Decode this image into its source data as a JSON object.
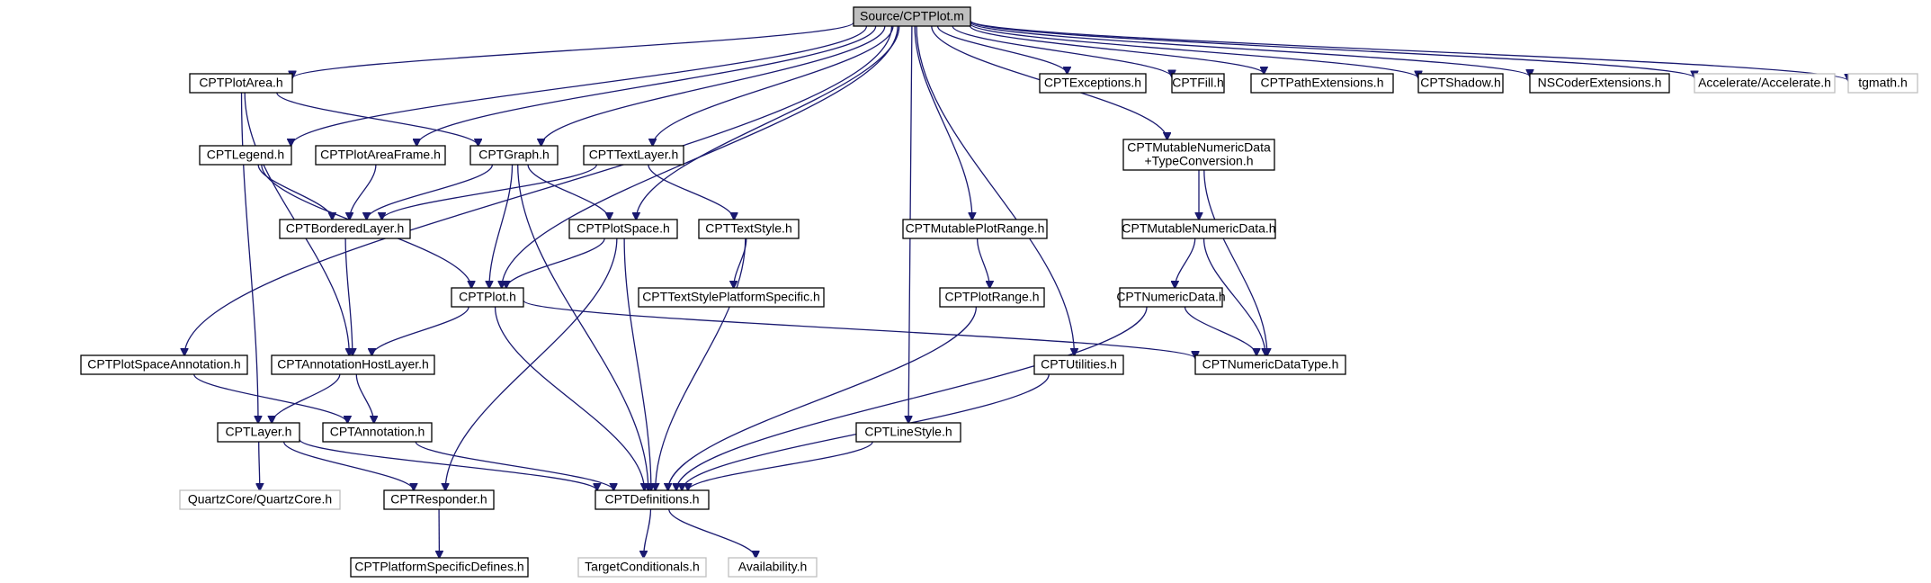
{
  "diagram": {
    "nodes": [
      {
        "id": "root",
        "lines": [
          "Source/CPTPlot.m"
        ],
        "kind": "root"
      },
      {
        "id": "plotarea",
        "lines": [
          "CPTPlotArea.h"
        ],
        "kind": "file"
      },
      {
        "id": "exceptions",
        "lines": [
          "CPTExceptions.h"
        ],
        "kind": "file"
      },
      {
        "id": "fill",
        "lines": [
          "CPTFill.h"
        ],
        "kind": "file"
      },
      {
        "id": "pathext",
        "lines": [
          "CPTPathExtensions.h"
        ],
        "kind": "file"
      },
      {
        "id": "shadow",
        "lines": [
          "CPTShadow.h"
        ],
        "kind": "file"
      },
      {
        "id": "nscoder",
        "lines": [
          "NSCoderExtensions.h"
        ],
        "kind": "file"
      },
      {
        "id": "accelerate",
        "lines": [
          "Accelerate/Accelerate.h"
        ],
        "kind": "external"
      },
      {
        "id": "tgmath",
        "lines": [
          "tgmath.h"
        ],
        "kind": "external"
      },
      {
        "id": "legend",
        "lines": [
          "CPTLegend.h"
        ],
        "kind": "file"
      },
      {
        "id": "plotareaframe",
        "lines": [
          "CPTPlotAreaFrame.h"
        ],
        "kind": "file"
      },
      {
        "id": "graph",
        "lines": [
          "CPTGraph.h"
        ],
        "kind": "file"
      },
      {
        "id": "textlayer",
        "lines": [
          "CPTTextLayer.h"
        ],
        "kind": "file"
      },
      {
        "id": "mutnumtc",
        "lines": [
          "CPTMutableNumericData",
          "+TypeConversion.h"
        ],
        "kind": "file"
      },
      {
        "id": "bordered",
        "lines": [
          "CPTBorderedLayer.h"
        ],
        "kind": "file"
      },
      {
        "id": "plotspace",
        "lines": [
          "CPTPlotSpace.h"
        ],
        "kind": "file"
      },
      {
        "id": "textstyle",
        "lines": [
          "CPTTextStyle.h"
        ],
        "kind": "file"
      },
      {
        "id": "mutplotrange",
        "lines": [
          "CPTMutablePlotRange.h"
        ],
        "kind": "file"
      },
      {
        "id": "mutnum",
        "lines": [
          "CPTMutableNumericData.h"
        ],
        "kind": "file"
      },
      {
        "id": "plot",
        "lines": [
          "CPTPlot.h"
        ],
        "kind": "file"
      },
      {
        "id": "textstyleps",
        "lines": [
          "CPTTextStylePlatformSpecific.h"
        ],
        "kind": "file"
      },
      {
        "id": "plotrange",
        "lines": [
          "CPTPlotRange.h"
        ],
        "kind": "file"
      },
      {
        "id": "numdata",
        "lines": [
          "CPTNumericData.h"
        ],
        "kind": "file"
      },
      {
        "id": "psannot",
        "lines": [
          "CPTPlotSpaceAnnotation.h"
        ],
        "kind": "file"
      },
      {
        "id": "annothost",
        "lines": [
          "CPTAnnotationHostLayer.h"
        ],
        "kind": "file"
      },
      {
        "id": "utilities",
        "lines": [
          "CPTUtilities.h"
        ],
        "kind": "file"
      },
      {
        "id": "numtype",
        "lines": [
          "CPTNumericDataType.h"
        ],
        "kind": "file"
      },
      {
        "id": "layer",
        "lines": [
          "CPTLayer.h"
        ],
        "kind": "file"
      },
      {
        "id": "annotation",
        "lines": [
          "CPTAnnotation.h"
        ],
        "kind": "file"
      },
      {
        "id": "linestyle",
        "lines": [
          "CPTLineStyle.h"
        ],
        "kind": "file"
      },
      {
        "id": "quartz",
        "lines": [
          "QuartzCore/QuartzCore.h"
        ],
        "kind": "external"
      },
      {
        "id": "responder",
        "lines": [
          "CPTResponder.h"
        ],
        "kind": "file"
      },
      {
        "id": "definitions",
        "lines": [
          "CPTDefinitions.h"
        ],
        "kind": "file"
      },
      {
        "id": "platformdefs",
        "lines": [
          "CPTPlatformSpecificDefines.h"
        ],
        "kind": "file"
      },
      {
        "id": "targetcond",
        "lines": [
          "TargetConditionals.h"
        ],
        "kind": "external"
      },
      {
        "id": "availability",
        "lines": [
          "Availability.h"
        ],
        "kind": "external"
      }
    ],
    "edges": [
      [
        "root",
        "plotarea"
      ],
      [
        "root",
        "exceptions"
      ],
      [
        "root",
        "fill"
      ],
      [
        "root",
        "pathext"
      ],
      [
        "root",
        "shadow"
      ],
      [
        "root",
        "nscoder"
      ],
      [
        "root",
        "accelerate"
      ],
      [
        "root",
        "tgmath"
      ],
      [
        "root",
        "legend"
      ],
      [
        "root",
        "plotareaframe"
      ],
      [
        "root",
        "graph"
      ],
      [
        "root",
        "textlayer"
      ],
      [
        "root",
        "mutnumtc"
      ],
      [
        "root",
        "plotspace"
      ],
      [
        "root",
        "mutplotrange"
      ],
      [
        "root",
        "plot"
      ],
      [
        "root",
        "psannot"
      ],
      [
        "root",
        "utilities"
      ],
      [
        "root",
        "linestyle"
      ],
      [
        "plotarea",
        "graph"
      ],
      [
        "plotarea",
        "annothost"
      ],
      [
        "plotarea",
        "layer"
      ],
      [
        "legend",
        "bordered"
      ],
      [
        "legend",
        "plot"
      ],
      [
        "plotareaframe",
        "bordered"
      ],
      [
        "graph",
        "bordered"
      ],
      [
        "graph",
        "plotspace"
      ],
      [
        "graph",
        "plot"
      ],
      [
        "graph",
        "definitions"
      ],
      [
        "textlayer",
        "bordered"
      ],
      [
        "textlayer",
        "textstyle"
      ],
      [
        "bordered",
        "annothost"
      ],
      [
        "plotspace",
        "plot"
      ],
      [
        "plotspace",
        "responder"
      ],
      [
        "plotspace",
        "definitions"
      ],
      [
        "textstyle",
        "textstyleps"
      ],
      [
        "textstyle",
        "definitions"
      ],
      [
        "mutplotrange",
        "plotrange"
      ],
      [
        "plotrange",
        "definitions"
      ],
      [
        "mutnumtc",
        "mutnum"
      ],
      [
        "mutnumtc",
        "numtype"
      ],
      [
        "mutnum",
        "numdata"
      ],
      [
        "mutnum",
        "numtype"
      ],
      [
        "numdata",
        "numtype"
      ],
      [
        "numdata",
        "definitions"
      ],
      [
        "plot",
        "annothost"
      ],
      [
        "plot",
        "definitions"
      ],
      [
        "plot",
        "numtype"
      ],
      [
        "psannot",
        "annotation"
      ],
      [
        "annothost",
        "layer"
      ],
      [
        "annothost",
        "annotation"
      ],
      [
        "utilities",
        "definitions"
      ],
      [
        "layer",
        "quartz"
      ],
      [
        "layer",
        "responder"
      ],
      [
        "layer",
        "definitions"
      ],
      [
        "annotation",
        "definitions"
      ],
      [
        "linestyle",
        "definitions"
      ],
      [
        "responder",
        "platformdefs"
      ],
      [
        "definitions",
        "targetcond"
      ],
      [
        "definitions",
        "availability"
      ]
    ]
  }
}
